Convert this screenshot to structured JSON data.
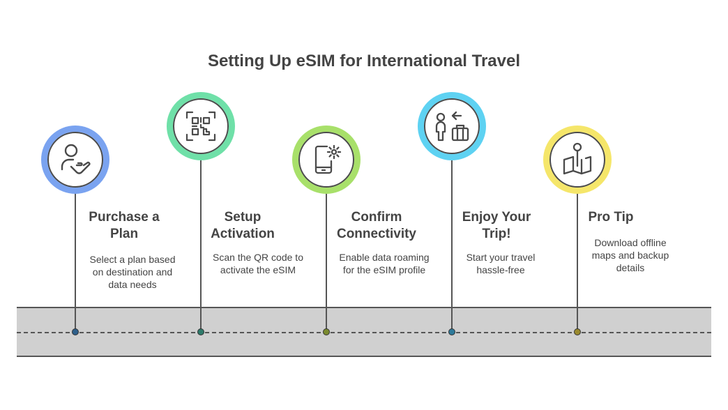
{
  "title": "Setting Up eSIM for International Travel",
  "steps": [
    {
      "heading_line1": "Purchase a",
      "heading_line2": "Plan",
      "desc_line1": "Select a plan based",
      "desc_line2": "on destination and",
      "desc_line3": "data needs",
      "icon": "person-hand-icon",
      "color": "#7aa3f0",
      "dot_color": "#2e5f8a"
    },
    {
      "heading_line1": "Setup",
      "heading_line2": "Activation",
      "desc_line1": "Scan the QR code to",
      "desc_line2": "activate the eSIM",
      "desc_line3": "",
      "icon": "qr-code-icon",
      "color": "#6fe0a8",
      "dot_color": "#2e7a6a"
    },
    {
      "heading_line1": "Confirm",
      "heading_line2": "Connectivity",
      "desc_line1": "Enable data roaming",
      "desc_line2": "for the eSIM profile",
      "desc_line3": "",
      "icon": "phone-settings-icon",
      "color": "#a8e06a",
      "dot_color": "#7a8a2e"
    },
    {
      "heading_line1": "Enjoy Your",
      "heading_line2": "Trip!",
      "desc_line1": "Start your travel",
      "desc_line2": "hassle-free",
      "desc_line3": "",
      "icon": "traveler-luggage-icon",
      "color": "#5ed2f2",
      "dot_color": "#2e7a9a"
    },
    {
      "heading_line1": "Pro Tip",
      "heading_line2": "",
      "desc_line1": "Download offline",
      "desc_line2": "maps and backup",
      "desc_line3": "details",
      "icon": "map-pin-icon",
      "color": "#f5e66a",
      "dot_color": "#9a8a2e"
    }
  ]
}
